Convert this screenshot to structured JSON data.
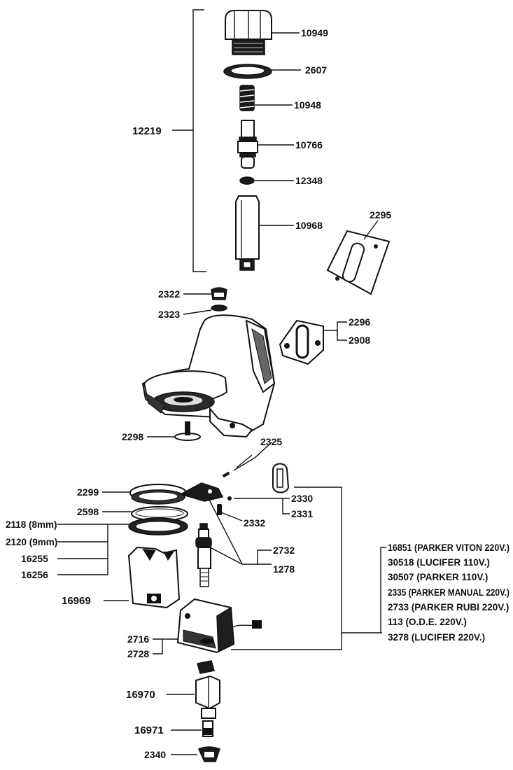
{
  "labels": {
    "p10949": "10949",
    "p2607": "2607",
    "p10948": "10948",
    "p12219": "12219",
    "p10766": "10766",
    "p12348": "12348",
    "p10968": "10968",
    "p2295": "2295",
    "p2322": "2322",
    "p2323": "2323",
    "p2296": "2296",
    "p2908": "2908",
    "p2298": "2298",
    "p2325": "2325",
    "p2299": "2299",
    "p2598": "2598",
    "p2330": "2330",
    "p2331": "2331",
    "p2332": "2332",
    "p2118": "2118 (8mm)",
    "p2120": "2120 (9mm)",
    "p16255": "16255",
    "p16256": "16256",
    "p2732": "2732",
    "p1278": "1278",
    "p16969": "16969",
    "p2716": "2716",
    "p2728": "2728",
    "p16970": "16970",
    "p16971": "16971",
    "p2340": "2340"
  },
  "coil_variants": [
    "16851 (PARKER VITON 220V.)",
    "30518 (LUCIFER 110V.)",
    "30507 (PARKER 110V.)",
    "2335 (PARKER MANUAL 220V.)",
    "2733 (PARKER RUBI 220V.)",
    "113 (O.D.E. 220V.)",
    "3278 (LUCIFER 220V.)"
  ]
}
